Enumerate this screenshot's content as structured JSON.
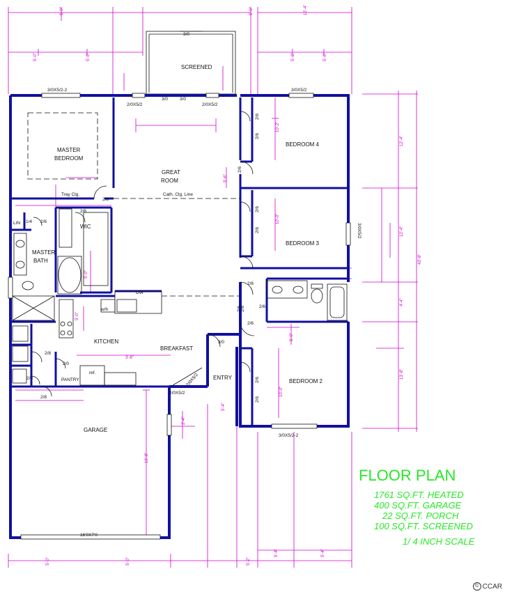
{
  "rooms": {
    "screened": "SCREENED",
    "master_bedroom_1": "MASTER",
    "master_bedroom_2": "BEDROOM",
    "great_room_1": "GREAT",
    "great_room_2": "ROOM",
    "bedroom4": "BEDROOM 4",
    "bedroom3": "BEDROOM 3",
    "bedroom2": "BEDROOM 2",
    "wic": "WIC",
    "master_bath_1": "MASTER",
    "master_bath_2": "BATH",
    "kitchen": "KITCHEN",
    "breakfast": "BREAKFAST",
    "entry": "ENTRY",
    "pantry": "PANTRY",
    "garage": "GARAGE",
    "lin": "LIN"
  },
  "labels": {
    "door_30_top": "3/0",
    "window_top_left": "3/0X5/2-2",
    "window_top_right": "3/0X5/2",
    "door_20x5_2_a": "2/0X5/2",
    "door_30_a": "3/0",
    "door_30_b": "3/0",
    "door_20x5_2_b": "2/0X5/2",
    "d26_a": "2/6",
    "d26_b": "2/6",
    "d26_c": "2/6",
    "d26_d": "2/6",
    "d26_e": "2/6",
    "d26_f": "2/6",
    "d26_g": "2/6",
    "d26_h": "2/6",
    "d26_i": "2/6",
    "d26_j": "2/6",
    "d26_k": "2/6",
    "d26_l": "2/6",
    "d26_m": "2/6",
    "d26_n": "2/6",
    "d28_a": "2/8",
    "d28_b": "2/8",
    "d28_c": "2/8",
    "d20_a": "2/0",
    "d20_b": "2/0",
    "d30_entry": "3/0",
    "d30_garage_entry": "2/0X5/2",
    "window_b3": "3/0X5/2",
    "window_b2": "3/0X5/2-2",
    "window_garage": "2/0X5/2",
    "garage_door": "16'0X7'0",
    "ceiling_line": "Cath. Clg. Line",
    "tray_clg": "Tray Clg.",
    "ref": "ref.",
    "dw": "DW",
    "wh": "w/h",
    "window_entry": "2/0X5/2",
    "d14": "1/4"
  },
  "legend": {
    "title": "FLOOR PLAN",
    "heated": "1761 SQ.FT. HEATED",
    "garage": "400 SQ.FT. GARAGE",
    "porch": "22 SQ.FT. PORCH",
    "screened": "100 SQ.FT. SCREENED",
    "scale": "1/ 4 INCH SCALE"
  },
  "colors": {
    "walls": "#1010a0",
    "dimensions": "#d000d0",
    "legend": "#27e827"
  },
  "copyright": "CCAR"
}
